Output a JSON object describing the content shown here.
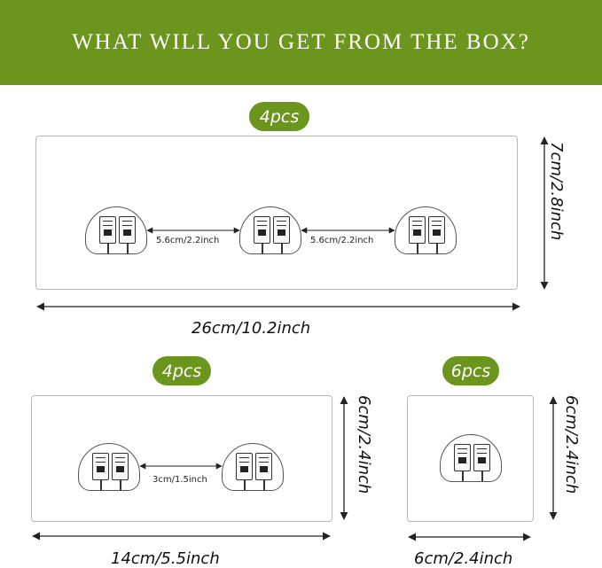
{
  "banner": {
    "title": "WHAT WILL YOU GET FROM THE BOX?"
  },
  "colors": {
    "brand_green": "#6b951d",
    "plate_border": "#b9b9b9",
    "line": "#222222"
  },
  "large_plate": {
    "qty": "4pcs",
    "hooks": 3,
    "spacing_labels": [
      "5.6cm/2.2inch",
      "5.6cm/2.2inch"
    ],
    "width_label": "26cm/10.2inch",
    "height_label": "7cm/2.8inch"
  },
  "medium_plate": {
    "qty": "4pcs",
    "hooks": 2,
    "spacing_label": "3cm/1.5inch",
    "width_label": "14cm/5.5inch",
    "height_label": "6cm/2.4inch"
  },
  "small_plate": {
    "qty": "6pcs",
    "hooks": 1,
    "width_label": "6cm/2.4inch",
    "height_label": "6cm/2.4inch"
  }
}
